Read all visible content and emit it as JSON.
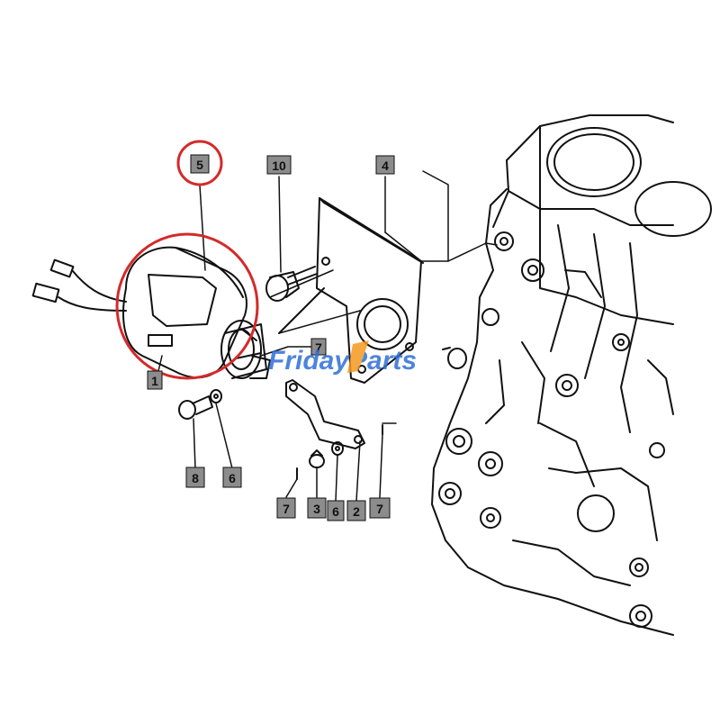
{
  "diagram": {
    "part_labels": {
      "p1": "1",
      "p2": "2",
      "p3": "3",
      "p4": "4",
      "p5": "5",
      "p6a": "6",
      "p6b": "6",
      "p7a": "7",
      "p7b": "7",
      "p7c": "7",
      "p8": "8",
      "p10": "10"
    },
    "highlight_color": "#d42a2a",
    "label_fill": "#8c8c8c"
  },
  "watermark": {
    "part1": "Friday",
    "part2": "Parts",
    "color_blue": "#2f6fd6",
    "color_orange": "#f39a1e"
  }
}
